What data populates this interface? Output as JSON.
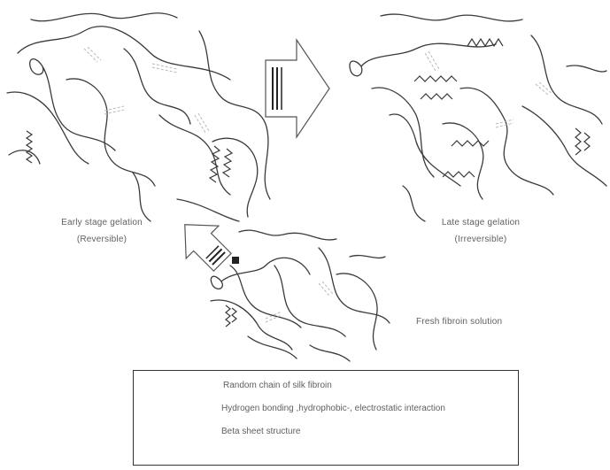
{
  "panels": {
    "early": {
      "line1": "Early stage gelation",
      "line2": "(Reversible)"
    },
    "late": {
      "line1": "Late stage gelation",
      "line2": "(Irreversible)"
    },
    "fresh": {
      "label": "Fresh fibroin solution"
    }
  },
  "legend": {
    "items": [
      {
        "label": "Random chain of silk fibroin",
        "symbol": "random-chain"
      },
      {
        "label": "Hydrogen bonding ,hydrophobic-, electrostatic interaction",
        "symbol": "dashed-double-line"
      },
      {
        "label": "Beta sheet structure",
        "symbol": "zigzag"
      }
    ]
  },
  "colors": {
    "chain": "#3a3a3a",
    "bond": "#b8b8b8",
    "arrow": "#555555"
  }
}
